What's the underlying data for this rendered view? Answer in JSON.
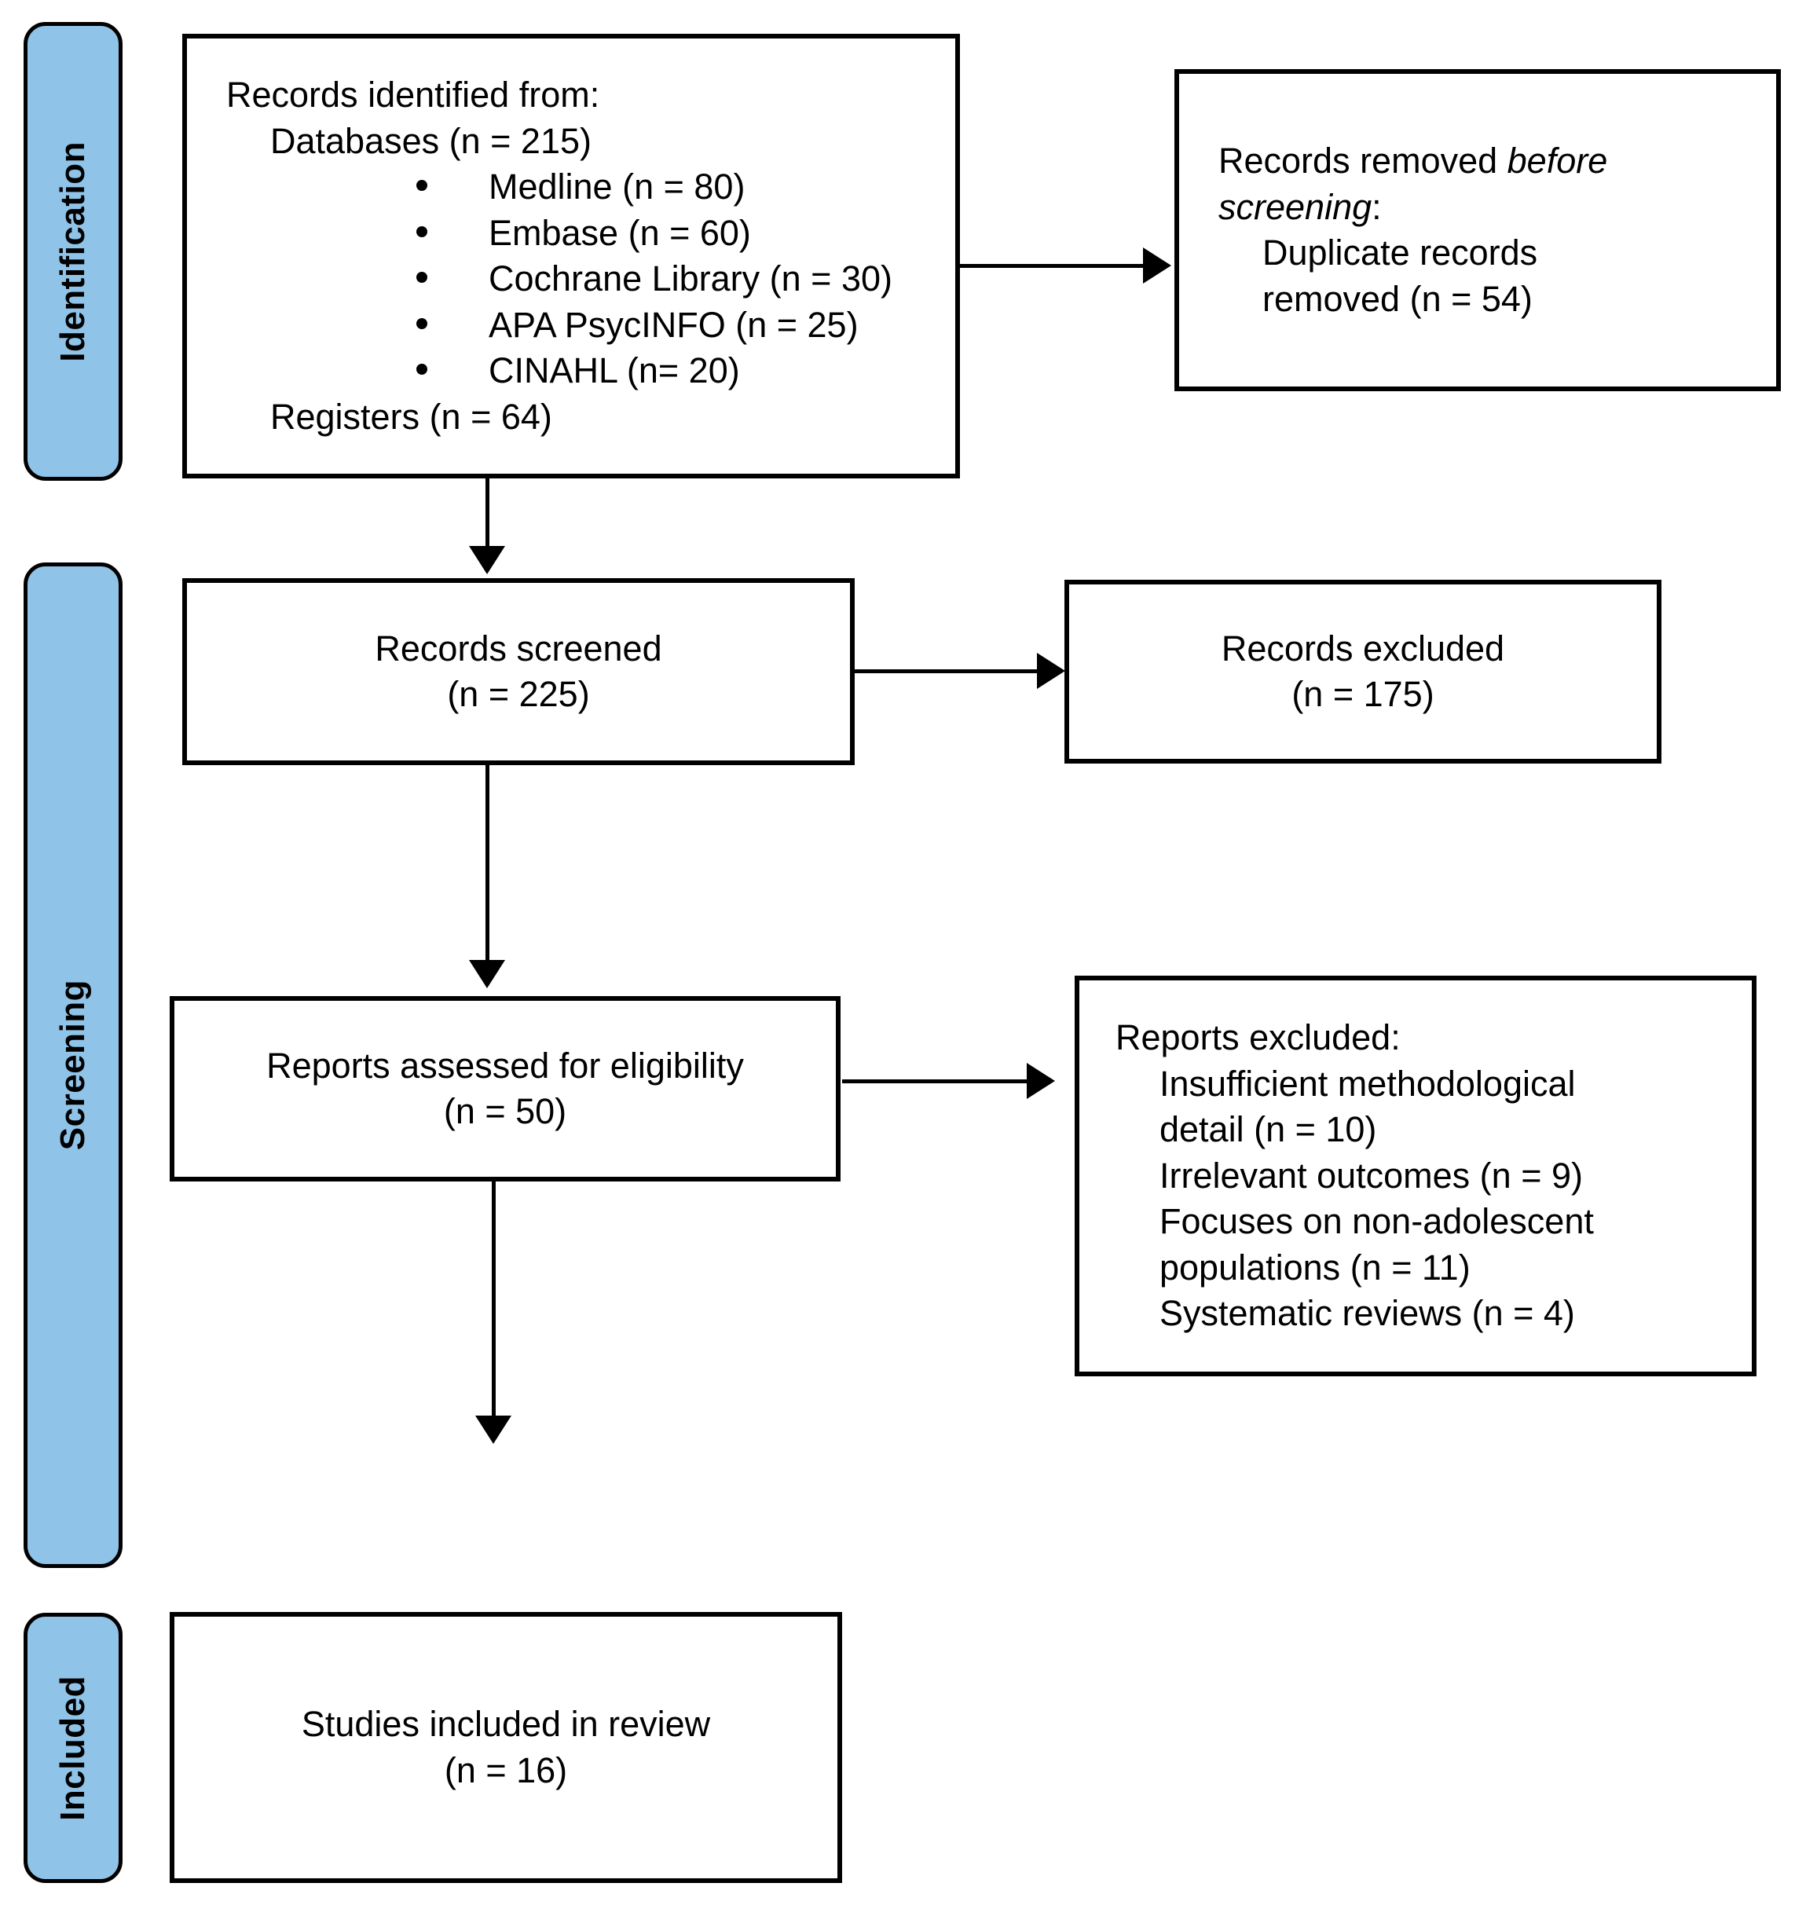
{
  "diagram": {
    "title": "PRISMA 2020 flow diagram",
    "accent_color": "#8FC3E8",
    "line_color": "#000000",
    "background_color": "#FFFFFF"
  },
  "stages": {
    "identification": "Identification",
    "screening": "Screening",
    "included": "Included"
  },
  "boxes": {
    "identified": {
      "heading": "Records identified from:",
      "databases_line": "Databases (n = 215)",
      "sources": [
        "Medline (n = 80)",
        "Embase (n = 60)",
        "Cochrane Library (n = 30)",
        "APA PsycINFO (n = 25)",
        "CINAHL (n= 20)"
      ],
      "registers_line": "Registers (n = 64)"
    },
    "removed_before_screening": {
      "heading_plain": "Records removed ",
      "heading_italic_1": "before",
      "heading_italic_2": "screening",
      "heading_colon": ":",
      "detail_line_1": "Duplicate records",
      "detail_line_2": "removed (n = 54)"
    },
    "records_screened": {
      "label": "Records screened",
      "count": "(n = 225)"
    },
    "records_excluded": {
      "label": "Records excluded",
      "count": "(n = 175)"
    },
    "reports_assessed": {
      "label": "Reports assessed for eligibility",
      "count": "(n = 50)"
    },
    "reports_excluded": {
      "heading": "Reports excluded:",
      "reasons": [
        "Insufficient methodological",
        "detail (n = 10)",
        "Irrelevant outcomes (n = 9)",
        "Focuses on non-adolescent",
        "populations (n = 11)",
        "Systematic reviews (n = 4)"
      ]
    },
    "studies_included": {
      "label": "Studies included in review",
      "count": "(n = 16)"
    }
  }
}
